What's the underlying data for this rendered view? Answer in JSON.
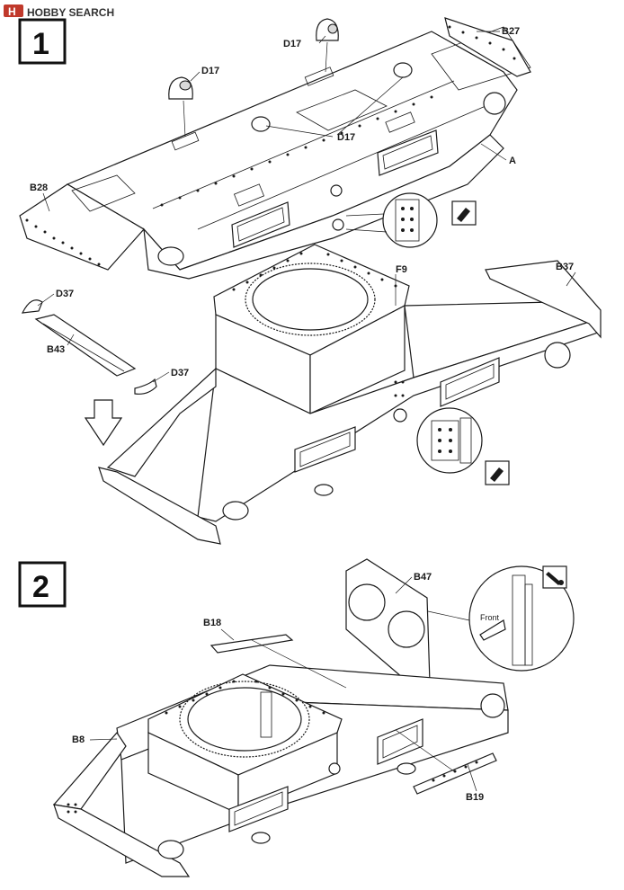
{
  "watermark": {
    "brand": "HOBBY SEARCH",
    "badge": "H"
  },
  "steps": [
    {
      "number": "1",
      "parts": [
        "D17",
        "D17",
        "B27",
        "D17",
        "A",
        "B28",
        "F9",
        "B37",
        "D37",
        "B43",
        "D37"
      ]
    },
    {
      "number": "2",
      "parts": [
        "B47",
        "B18",
        "Front",
        "B8",
        "B19"
      ]
    }
  ],
  "icons": [
    "glue-icon",
    "glue-icon",
    "detail-magnifier-icon",
    "attention-paint-icon",
    "assembly-arrow-icon"
  ]
}
